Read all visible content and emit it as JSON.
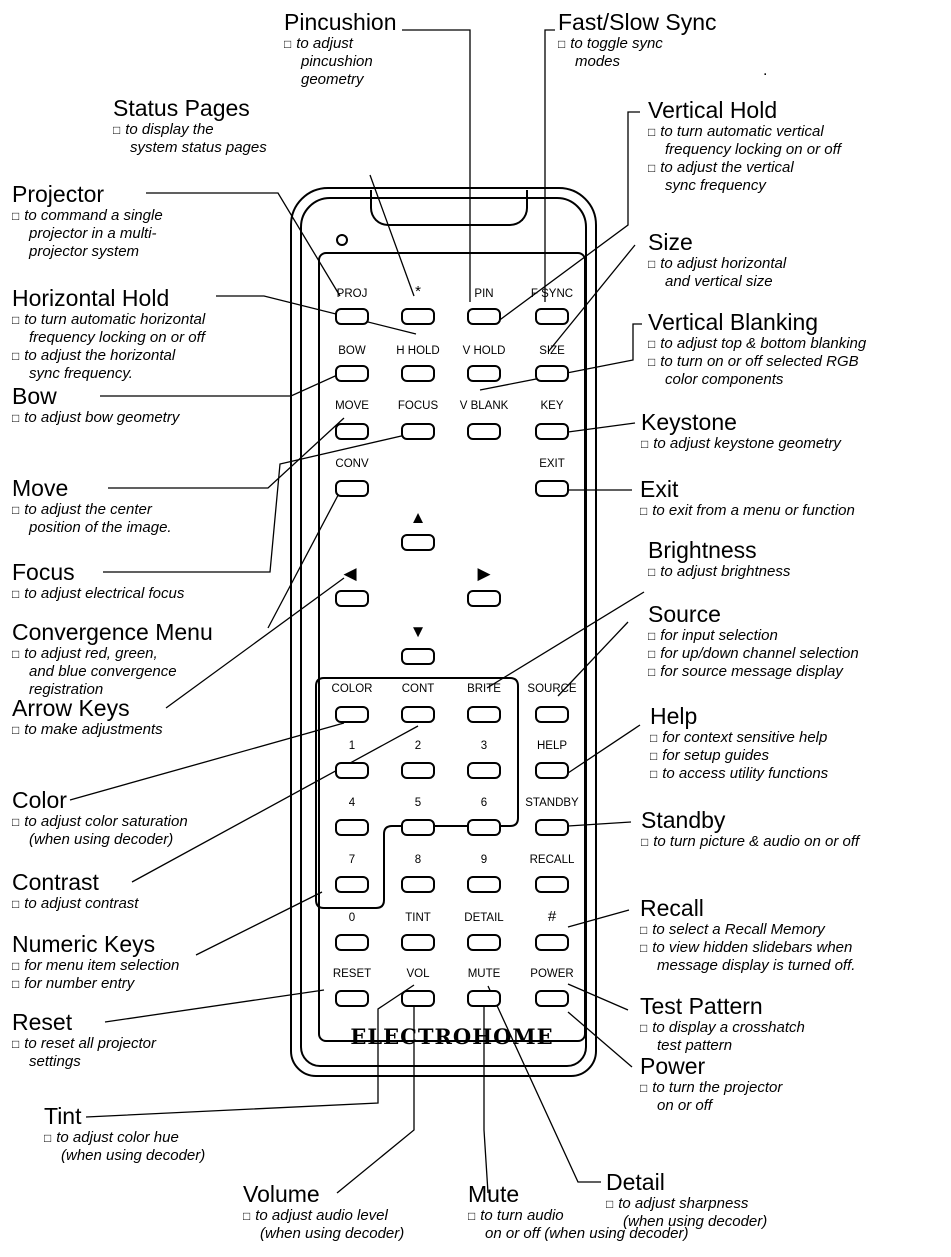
{
  "callouts": {
    "pincushion": {
      "title": "Pincushion",
      "desc": [
        "to adjust",
        "pincushion",
        "geometry"
      ]
    },
    "fast_slow_sync": {
      "title": "Fast/Slow Sync",
      "desc": [
        "to toggle sync",
        "modes"
      ]
    },
    "status_pages": {
      "title": "Status Pages",
      "desc": [
        "to display the",
        "system status pages"
      ]
    },
    "vertical_hold": {
      "title": "Vertical Hold",
      "desc": [
        "to turn automatic vertical",
        "frequency locking on or off",
        "to adjust the vertical",
        "sync frequency"
      ]
    },
    "projector": {
      "title": "Projector",
      "desc": [
        "to command a single",
        "projector in a multi-",
        "projector system"
      ]
    },
    "size": {
      "title": "Size",
      "desc": [
        "to adjust horizontal",
        "and vertical size"
      ]
    },
    "horizontal_hold": {
      "title": "Horizontal Hold",
      "desc": [
        "to turn automatic horizontal",
        "frequency locking on or off",
        "to adjust the horizontal",
        "sync frequency."
      ]
    },
    "vertical_blanking": {
      "title": "Vertical Blanking",
      "desc": [
        "to adjust top & bottom blanking",
        "to turn on or off selected RGB",
        "color components"
      ]
    },
    "bow": {
      "title": "Bow",
      "desc": [
        "to adjust bow geometry"
      ]
    },
    "keystone": {
      "title": "Keystone",
      "desc": [
        "to adjust keystone geometry"
      ]
    },
    "move": {
      "title": "Move",
      "desc": [
        "to adjust the center",
        "position of the image."
      ]
    },
    "exit": {
      "title": "Exit",
      "desc": [
        "to exit from a menu or function"
      ]
    },
    "brightness": {
      "title": "Brightness",
      "desc": [
        "to adjust brightness"
      ]
    },
    "focus": {
      "title": "Focus",
      "desc": [
        "to adjust electrical focus"
      ]
    },
    "source": {
      "title": "Source",
      "desc": [
        "for input selection",
        "for up/down channel selection",
        "for source message display"
      ]
    },
    "convergence_menu": {
      "title": "Convergence Menu",
      "desc": [
        "to adjust red, green,",
        "and blue convergence",
        "registration"
      ]
    },
    "help": {
      "title": "Help",
      "desc": [
        "for context sensitive help",
        "for setup guides",
        "to access utility functions"
      ]
    },
    "arrow_keys": {
      "title": "Arrow Keys",
      "desc": [
        "to make adjustments"
      ]
    },
    "color": {
      "title": "Color",
      "desc": [
        "to adjust color saturation",
        "(when using decoder)"
      ]
    },
    "standby": {
      "title": "Standby",
      "desc": [
        "to turn picture & audio on or off"
      ]
    },
    "contrast": {
      "title": "Contrast",
      "desc": [
        "to adjust contrast"
      ]
    },
    "recall": {
      "title": "Recall",
      "desc": [
        "to select a Recall Memory",
        "to view hidden slidebars when",
        "message display is turned off."
      ]
    },
    "numeric_keys": {
      "title": "Numeric Keys",
      "desc": [
        "for menu item selection",
        "for number entry"
      ]
    },
    "test_pattern": {
      "title": "Test Pattern",
      "desc": [
        "to display a crosshatch",
        "test pattern"
      ]
    },
    "reset": {
      "title": "Reset",
      "desc": [
        "to reset all projector",
        "settings"
      ]
    },
    "power": {
      "title": "Power",
      "desc": [
        "to turn the projector",
        "on or off"
      ]
    },
    "tint": {
      "title": "Tint",
      "desc": [
        "to adjust color hue",
        "(when using decoder)"
      ]
    },
    "detail": {
      "title": "Detail",
      "desc": [
        "to adjust sharpness",
        "(when using decoder)"
      ]
    },
    "volume": {
      "title": "Volume",
      "desc": [
        "to adjust audio level",
        "(when using decoder)"
      ]
    },
    "mute": {
      "title": "Mute",
      "desc": [
        "to turn audio",
        "on or off (when using decoder)"
      ]
    }
  },
  "remote": {
    "brand": "ELECTROHOME",
    "keys": {
      "proj": "PROJ",
      "star": "*",
      "pin": "PIN",
      "fsync": "F SYNC",
      "bow": "BOW",
      "hhold": "H HOLD",
      "vhold": "V HOLD",
      "size": "SIZE",
      "move": "MOVE",
      "focus": "FOCUS",
      "vblank": "V BLANK",
      "key": "KEY",
      "conv": "CONV",
      "exit": "EXIT",
      "up": "▲",
      "left": "◀",
      "right": "▶",
      "down": "▼",
      "color": "COLOR",
      "cont": "CONT",
      "brite": "BRITE",
      "source": "SOURCE",
      "n1": "1",
      "n2": "2",
      "n3": "3",
      "help": "HELP",
      "n4": "4",
      "n5": "5",
      "n6": "6",
      "standby": "STANDBY",
      "n7": "7",
      "n8": "8",
      "n9": "9",
      "recall": "RECALL",
      "n0": "0",
      "tint": "TINT",
      "detail": "DETAIL",
      "hash": "#",
      "reset": "RESET",
      "vol": "VOL",
      "mute": "MUTE",
      "power": "POWER"
    }
  }
}
